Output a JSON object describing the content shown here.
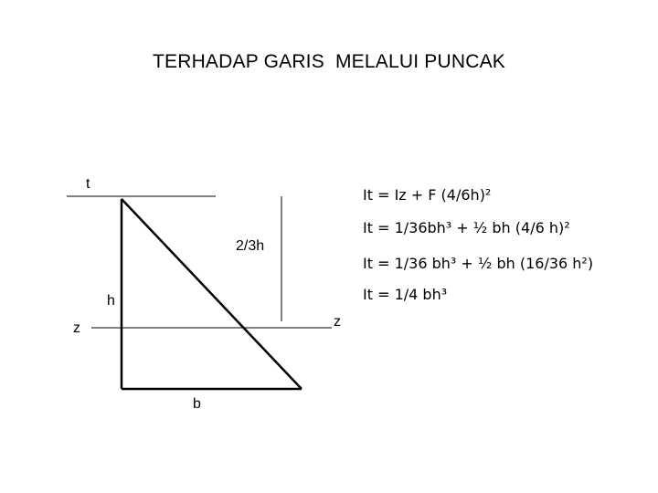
{
  "slide": {
    "title": "TERHADAP GARIS  MELALUI PUNCAK"
  },
  "diagram": {
    "labels": {
      "t": "t",
      "two_thirds_h": "2/3h",
      "h": "h",
      "z_left": "z",
      "z_right": "z",
      "b": "b"
    }
  },
  "equations": [
    "It = Iz + F (4/6h)²",
    "It = 1/36bh³ + ½ bh (4/6 h)²",
    "It = 1/36 bh³ + ½ bh (16/36 h²)",
    "It = 1/4 bh³"
  ]
}
